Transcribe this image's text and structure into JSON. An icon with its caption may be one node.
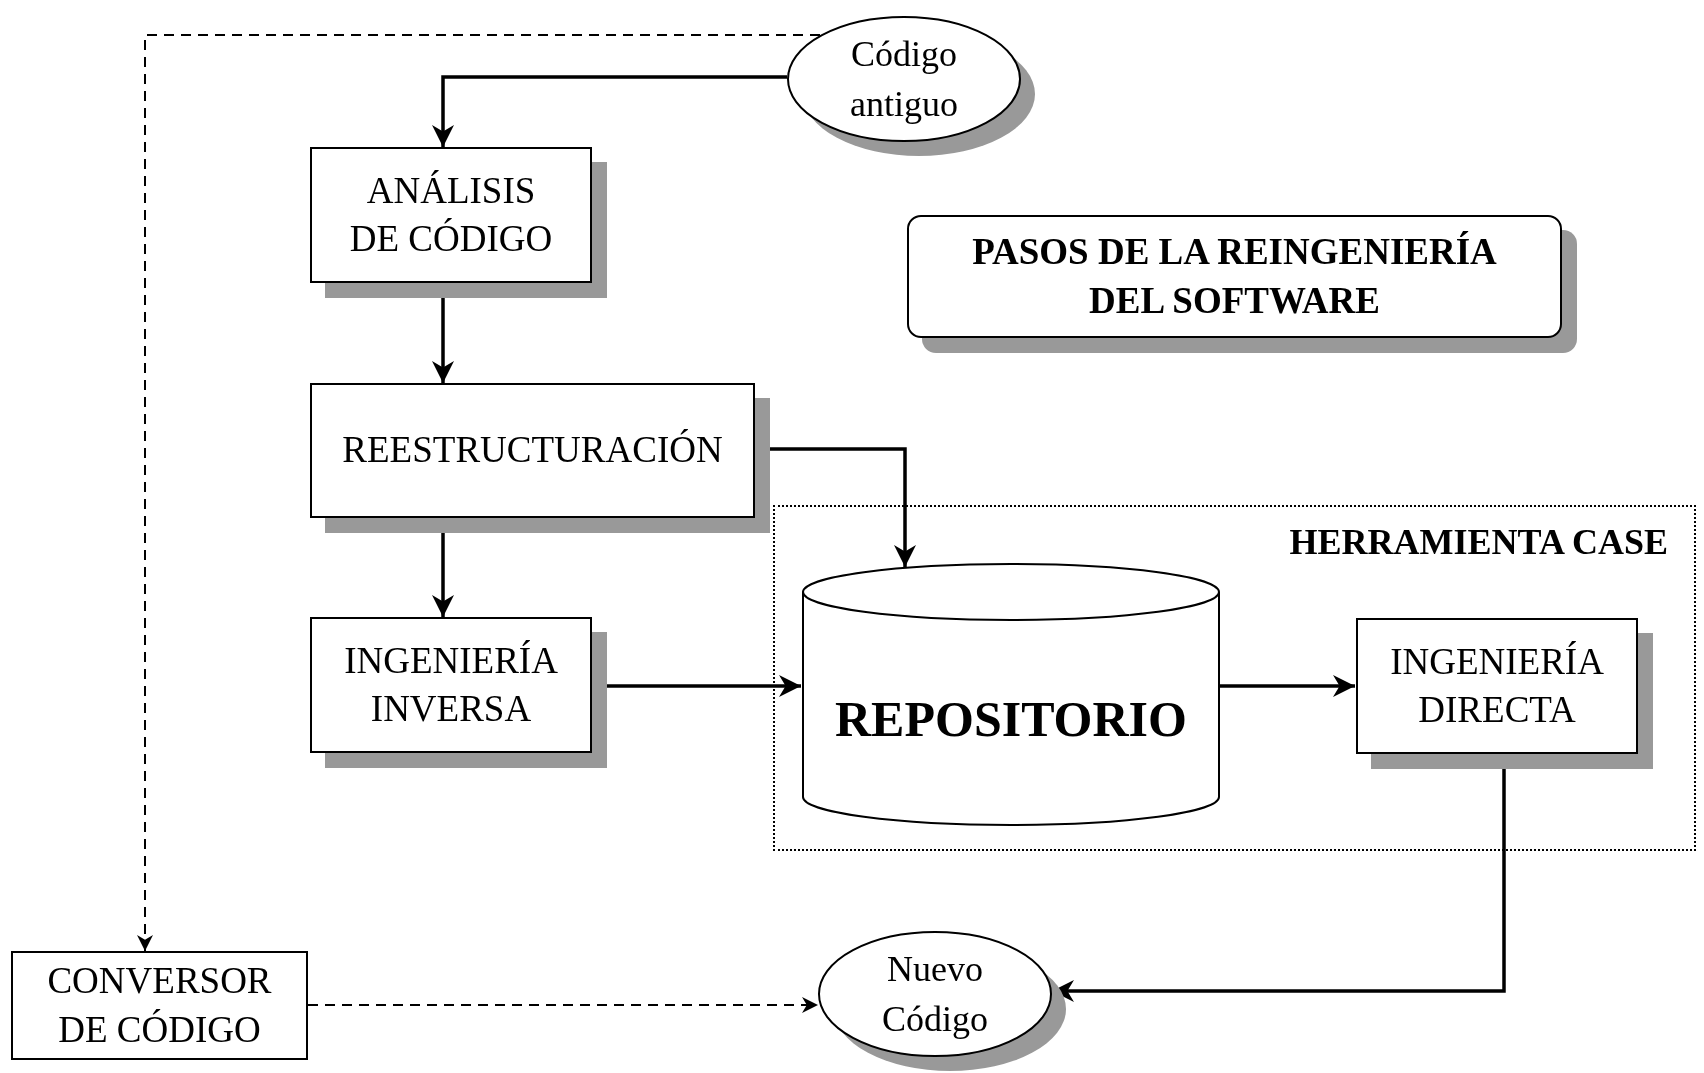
{
  "diagram": {
    "title": "PASOS DE LA REINGENIERÍA DEL SOFTWARE",
    "nodes": [
      {
        "text": [
          "Código antiguo"
        ]
      },
      {
        "text": [
          "ANÁLISIS DE CÓDIGO"
        ]
      },
      {
        "text": [
          "REESTRUCTURACIÓN"
        ]
      },
      {
        "text": [
          "INGENIERÍA INVERSA"
        ]
      },
      {
        "text": [
          "HERRAMIENTA CASE"
        ]
      },
      {
        "text": [
          "REPOSITORIO"
        ],
        "in": 4
      },
      {
        "text": [
          "INGENIERÍA DIRECTA"
        ],
        "in": 4
      },
      {
        "text": [
          "CONVERSOR DE CÓDIGO"
        ]
      },
      {
        "text": [
          "Nuevo Código"
        ]
      }
    ],
    "edges": [
      {
        "from": 0,
        "to": 1,
        "arrow": "to"
      },
      {
        "from": 0,
        "to": 7,
        "arrow": "to",
        "style": "dashed"
      },
      {
        "from": 1,
        "to": 2,
        "arrow": "to"
      },
      {
        "from": 2,
        "to": 3,
        "arrow": "to"
      },
      {
        "from": 2,
        "to": 5,
        "arrow": "to"
      },
      {
        "from": 3,
        "to": 5,
        "arrow": "to"
      },
      {
        "from": 5,
        "to": 6,
        "arrow": "to"
      },
      {
        "from": 6,
        "to": 8,
        "arrow": "to"
      },
      {
        "from": 7,
        "to": 8,
        "arrow": "to",
        "style": "dashed"
      }
    ]
  }
}
